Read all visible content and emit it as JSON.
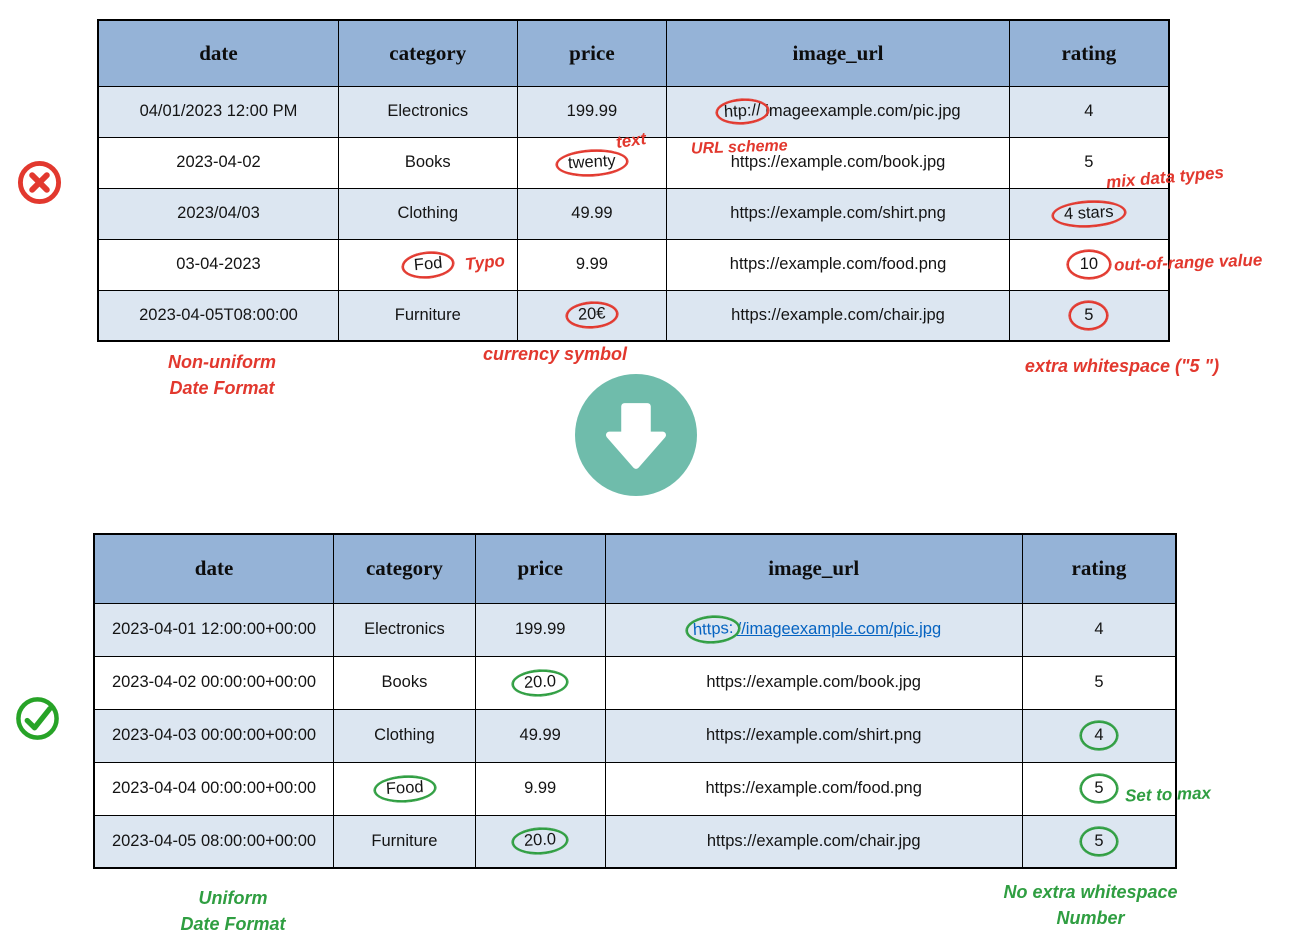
{
  "colors": {
    "header_fill": "#95b3d7",
    "row_alt_fill": "#dce6f1",
    "error_red": "#e2382e",
    "fix_green": "#2f9e41",
    "check_green": "#27a327",
    "arrow_teal": "#6fbcab",
    "link_blue": "#0563c1"
  },
  "icons": {
    "error": "circled-x-icon",
    "transform": "down-arrow-icon",
    "success": "circled-check-icon"
  },
  "before_table": {
    "headers": [
      "date",
      "category",
      "price",
      "image_url",
      "rating"
    ],
    "rows": [
      {
        "date": "04/01/2023 12:00 PM",
        "category": "Electronics",
        "price": "199.99",
        "image_url_prefix": "htp://",
        "image_url_rest": "imageexample.com/pic.jpg",
        "rating": "4"
      },
      {
        "date": "2023-04-02",
        "category": "Books",
        "price": "twenty",
        "image_url": "https://example.com/book.jpg",
        "rating": "5"
      },
      {
        "date": "2023/04/03",
        "category": "Clothing",
        "price": "49.99",
        "image_url": "https://example.com/shirt.png",
        "rating": "4 stars"
      },
      {
        "date": "03-04-2023",
        "category": "Fod",
        "price": "9.99",
        "image_url": "https://example.com/food.png",
        "rating": "10"
      },
      {
        "date": "2023-04-05T08:00:00",
        "category": "Furniture",
        "price": "20€",
        "image_url": "https://example.com/chair.jpg",
        "rating": "5"
      }
    ],
    "annotations": {
      "text_type": "text",
      "url_scheme": "URL scheme",
      "mix_data_types": "mix data types",
      "typo": "Typo",
      "out_of_range": "out-of-range value",
      "currency_symbol": "currency symbol",
      "non_uniform_line1": "Non-uniform",
      "non_uniform_line2": "Date Format",
      "extra_whitespace": "extra whitespace (\"5 \")"
    }
  },
  "after_table": {
    "headers": [
      "date",
      "category",
      "price",
      "image_url",
      "rating"
    ],
    "rows": [
      {
        "date": "2023-04-01 12:00:00+00:00",
        "category": "Electronics",
        "price": "199.99",
        "image_url_prefix": "https:",
        "image_url_rest": "//imageexample.com/pic.jpg",
        "rating": "4"
      },
      {
        "date": "2023-04-02 00:00:00+00:00",
        "category": "Books",
        "price": "20.0",
        "image_url": "https://example.com/book.jpg",
        "rating": "5"
      },
      {
        "date": "2023-04-03 00:00:00+00:00",
        "category": "Clothing",
        "price": "49.99",
        "image_url": "https://example.com/shirt.png",
        "rating": "4"
      },
      {
        "date": "2023-04-04 00:00:00+00:00",
        "category": "Food",
        "price": "9.99",
        "image_url": "https://example.com/food.png",
        "rating": "5"
      },
      {
        "date": "2023-04-05 08:00:00+00:00",
        "category": "Furniture",
        "price": "20.0",
        "image_url": "https://example.com/chair.jpg",
        "rating": "5"
      }
    ],
    "annotations": {
      "set_to_max": "Set to max",
      "uniform_line1": "Uniform",
      "uniform_line2": "Date Format",
      "no_extra_line1": "No extra whitespace",
      "no_extra_line2": "Number"
    }
  }
}
